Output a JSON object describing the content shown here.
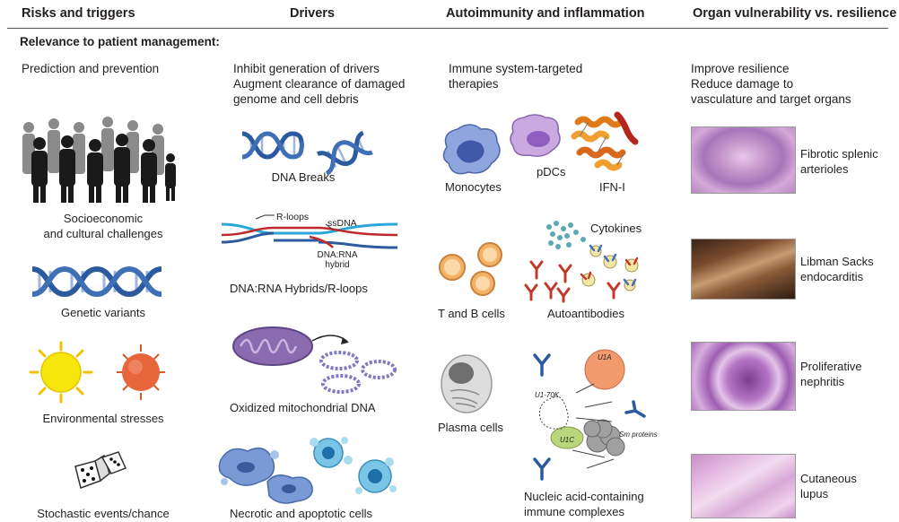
{
  "headers": {
    "risks": "Risks and triggers",
    "drivers": "Drivers",
    "autoimmunity": "Autoimmunity and inflammation",
    "organ": "Organ vulnerability vs. resilience"
  },
  "relevance_title": "Relevance to patient management:",
  "management": {
    "risks": "Prediction and prevention",
    "drivers": "Inhibit generation of drivers\nAugment clearance of damaged\ngenome and cell debris",
    "autoimmunity": "Immune system-targeted\ntherapies",
    "organ": "Improve resilience\nReduce damage to\nvasculature and target organs"
  },
  "risks": [
    {
      "label": "Socioeconomic\nand cultural challenges",
      "icon": "crowd-silhouette-icon"
    },
    {
      "label": "Genetic variants",
      "icon": "dna-helix-icon"
    },
    {
      "label": "Environmental stresses",
      "icon": "sun-and-virus-icon"
    },
    {
      "label": "Stochastic events/chance",
      "icon": "dice-icon"
    }
  ],
  "drivers": [
    {
      "label": "DNA Breaks",
      "icon": "broken-dna-icon"
    },
    {
      "label": "DNA:RNA Hybrids/R-loops",
      "icon": "r-loop-icon",
      "annotations": {
        "rloops": "R-loops",
        "ssdna": "ssDNA",
        "hybrid": "DNA:RNA\nhybrid"
      }
    },
    {
      "label": "Oxidized mitochondrial DNA",
      "icon": "mitochondrion-icon"
    },
    {
      "label": "Necrotic and apoptotic cells",
      "icon": "dying-cells-icon"
    }
  ],
  "autoimmunity": {
    "monocytes": "Monocytes",
    "pdcs": "pDCs",
    "ifn": "IFN-I",
    "cytokines": "Cytokines",
    "tb_cells": "T and B cells",
    "autoantibodies": "Autoantibodies",
    "plasma_cells": "Plasma cells",
    "nucleic": "Nucleic acid-containing\nimmune complexes",
    "complex_labels": {
      "u1a": "U1A",
      "u17k": "U1-70K",
      "u1c": "U1C",
      "sm": "Sm proteins"
    }
  },
  "organ": [
    {
      "label": "Fibrotic splenic\narterioles"
    },
    {
      "label": "Libman Sacks\nendocarditis"
    },
    {
      "label": "Proliferative\nnephritis"
    },
    {
      "label": "Cutaneous\nlupus"
    }
  ],
  "colors": {
    "dna_blue": "#2b5a9e",
    "dna_light": "#6f9bd1",
    "rna_red": "#c0282d",
    "sun": "#f7e60c",
    "virus": "#e8643a",
    "cell_blue": "#7189c8",
    "cell_purple": "#a77cc7",
    "antibody": "#c0392b",
    "histo_pink": "#c9a3cf"
  }
}
